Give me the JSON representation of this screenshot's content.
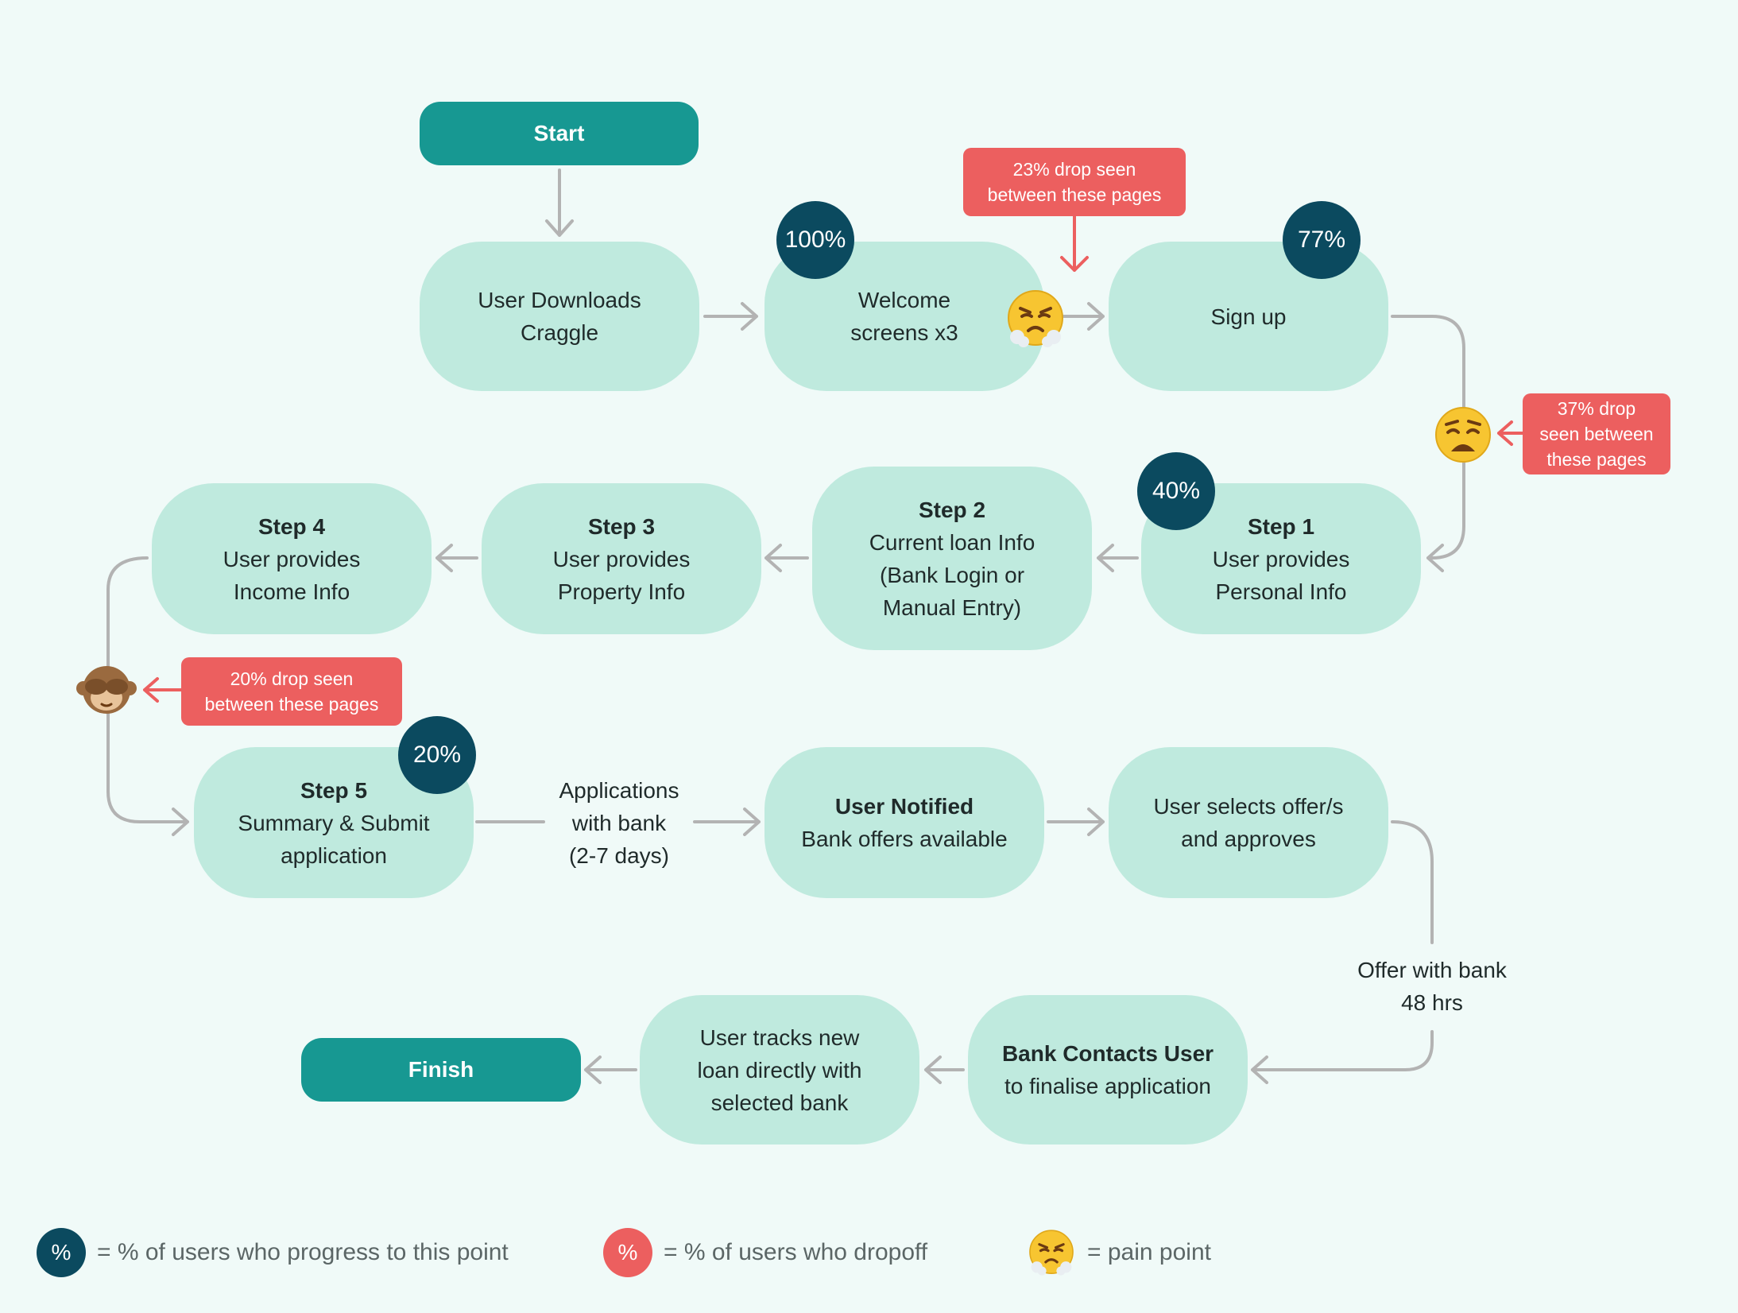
{
  "colors": {
    "background": "#f0faf8",
    "step_fill": "#bfeade",
    "terminal_fill": "#179892",
    "progress_badge": "#0b4a5f",
    "dropoff_label": "#ec5f5f",
    "connector": "#b3b3b3",
    "drop_arrow": "#ec5f5f"
  },
  "terminals": {
    "start": "Start",
    "finish": "Finish"
  },
  "steps": {
    "downloads": {
      "line1": "User Downloads",
      "line2": "Craggle"
    },
    "welcome": {
      "line1": "Welcome",
      "line2": "screens x3"
    },
    "signup": {
      "line1": "Sign up"
    },
    "step1": {
      "title": "Step 1",
      "line1": "User provides",
      "line2": "Personal Info"
    },
    "step2": {
      "title": "Step 2",
      "line1": "Current loan Info",
      "line2": "(Bank Login or",
      "line3": "Manual Entry)"
    },
    "step3": {
      "title": "Step 3",
      "line1": "User provides",
      "line2": "Property Info"
    },
    "step4": {
      "title": "Step 4",
      "line1": "User provides",
      "line2": "Income Info"
    },
    "step5": {
      "title": "Step 5",
      "line1": "Summary & Submit",
      "line2": "application"
    },
    "notified": {
      "title": "User Notified",
      "line1": "Bank offers available"
    },
    "selects": {
      "line1": "User selects offer/s",
      "line2": "and approves"
    },
    "bank_contacts": {
      "title": "Bank Contacts User",
      "line1": "to finalise application"
    },
    "tracks": {
      "line1": "User tracks new",
      "line2": "loan directly with",
      "line3": "selected bank"
    }
  },
  "progress_badges": {
    "welcome": "100%",
    "signup": "77%",
    "step1": "40%",
    "step5": "20%"
  },
  "drop_labels": {
    "welcome_signup": {
      "line1": "23% drop seen",
      "line2": "between these pages"
    },
    "signup_step1": {
      "line1": "37% drop",
      "line2": "seen between",
      "line3": "these pages"
    },
    "step4_step5": {
      "line1": "20% drop seen",
      "line2": "between these pages"
    }
  },
  "edge_labels": {
    "applications": {
      "line1": "Applications",
      "line2": "with bank",
      "line3": "(2-7 days)"
    },
    "offer": {
      "line1": "Offer with bank",
      "line2": "48 hrs"
    }
  },
  "pain_points": [
    {
      "id": "welcome_signup",
      "icon": "steaming-face-icon",
      "glyph": "😤"
    },
    {
      "id": "signup_step1",
      "icon": "weary-face-icon",
      "glyph": "😩"
    },
    {
      "id": "step4_step5",
      "icon": "see-no-evil-monkey-icon",
      "glyph": "🙈"
    }
  ],
  "legend": {
    "progress": {
      "symbol": "%",
      "text": "= % of users who progress to this point"
    },
    "dropoff": {
      "symbol": "%",
      "text": "= % of users who dropoff"
    },
    "pain": {
      "icon": "steaming-face-icon",
      "glyph": "😤",
      "text": "= pain point"
    }
  }
}
